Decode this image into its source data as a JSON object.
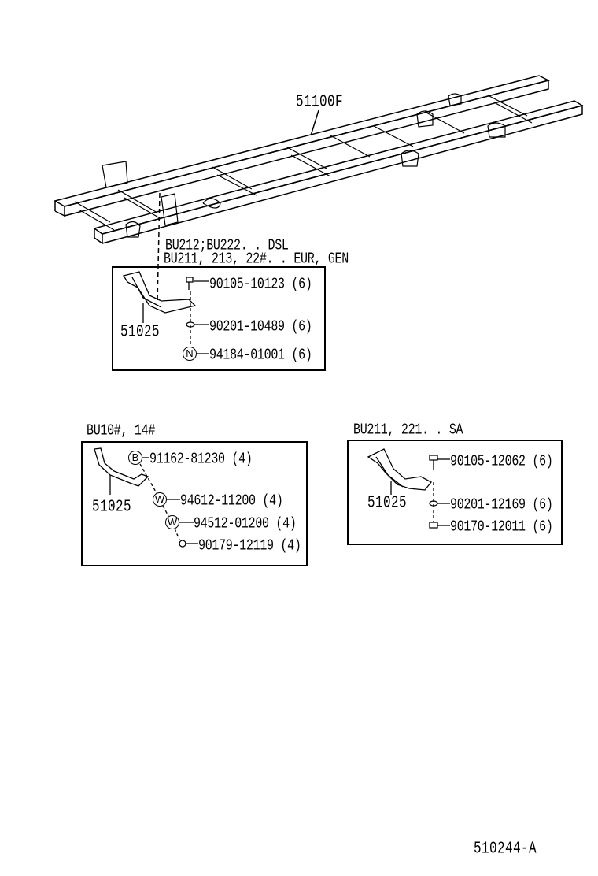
{
  "frame": {
    "part_no": "51100F"
  },
  "group_1": {
    "applicability": [
      "BU212;BU222. . DSL",
      "BU211, 213, 22#. . EUR, GEN"
    ],
    "bracket": "51025",
    "parts": [
      {
        "no": "90105-10123 (6)",
        "icon": "bolt-icon"
      },
      {
        "no": "90201-10489 (6)",
        "icon": "washer-icon"
      },
      {
        "no": "94184-01001 (6)",
        "icon": "nut-icon",
        "symbol": "N"
      }
    ]
  },
  "group_2": {
    "applicability": "BU10#, 14#",
    "bracket": "51025",
    "parts": [
      {
        "no": "91162-81230 (4)",
        "icon": "bolt-icon",
        "symbol": "B"
      },
      {
        "no": "94612-11200 (4)",
        "icon": "washer-icon",
        "symbol": "W"
      },
      {
        "no": "94512-01200 (4)",
        "icon": "washer-icon",
        "symbol": "W"
      },
      {
        "no": "90179-12119 (4)",
        "icon": "nut-icon"
      }
    ]
  },
  "group_3": {
    "applicability": "BU211, 221. . SA",
    "bracket": "51025",
    "parts": [
      {
        "no": "90105-12062 (6)",
        "icon": "bolt-icon"
      },
      {
        "no": "90201-12169 (6)",
        "icon": "washer-icon"
      },
      {
        "no": "90170-12011 (6)",
        "icon": "nut-icon"
      }
    ]
  },
  "illustration_no": "510244-A"
}
